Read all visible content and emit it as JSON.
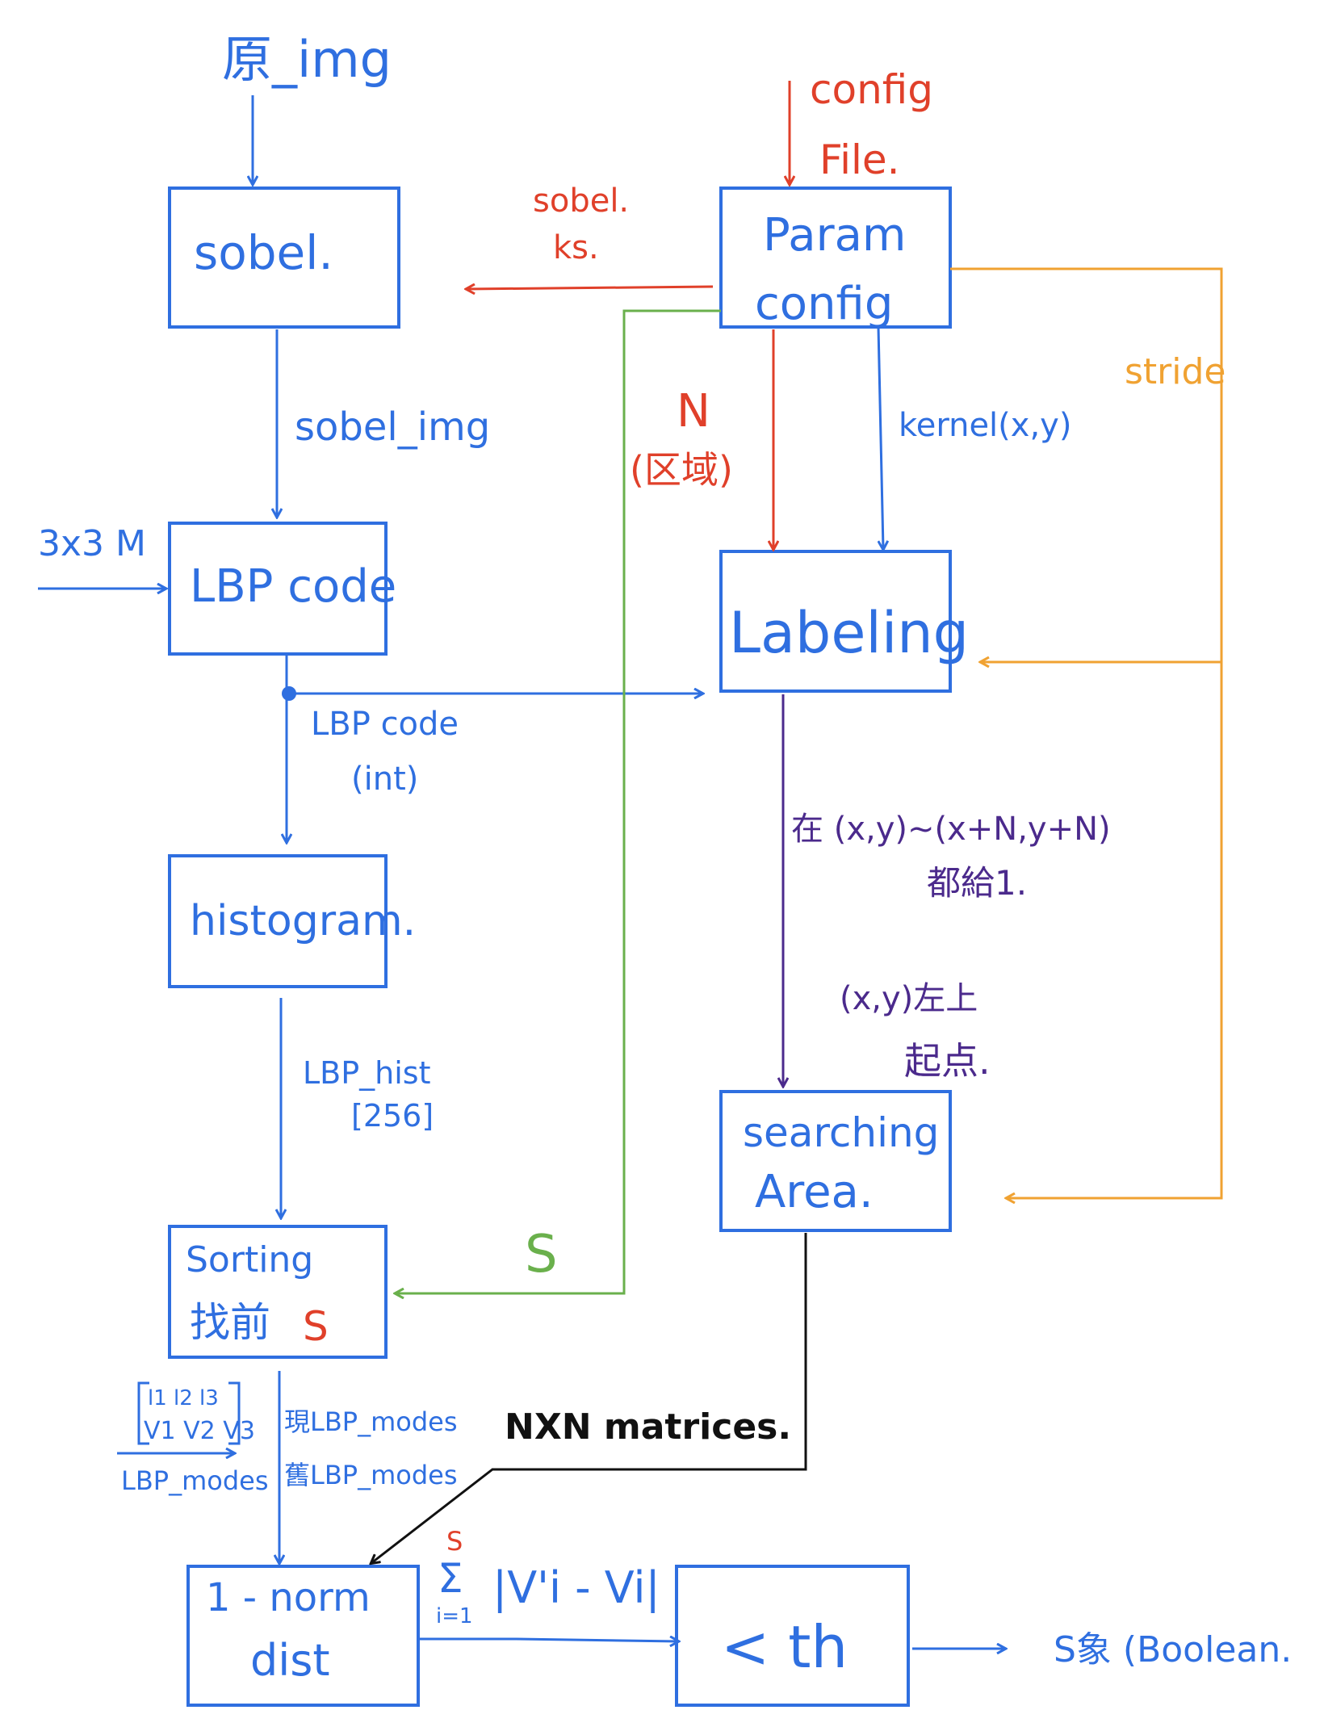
{
  "colors": {
    "blue": "#2f6fe0",
    "red": "#e0402a",
    "green": "#6ab04c",
    "orange": "#f0a232",
    "purple": "#4b2a8c",
    "black": "#111111",
    "white": "#ffffff"
  },
  "boxes": {
    "sobel": "sobel.",
    "param_line1": "Param",
    "param_line2": "config",
    "lbp": "LBP code",
    "labeling": "Labeling",
    "histogram": "histogram.",
    "searching_line1": "searching",
    "searching_line2": "Area.",
    "sorting_line1": "Sorting",
    "sorting_line2_prefix": "找前",
    "sorting_line2_s": "S",
    "norm_line1": "1 - norm",
    "norm_line2": "dist",
    "th": "< th"
  },
  "labels": {
    "input_img": "原_img",
    "config_line1": "config",
    "config_line2": "File.",
    "sobel_ks_line1": "sobel.",
    "sobel_ks_line2": "ks.",
    "sobel_img": "sobel_img",
    "n_label": "N",
    "n_region": "(区域)",
    "kernel": "kernel(x,y)",
    "stride": "stride",
    "mask_input": "3x3 M",
    "lbp_code_line1": "LBP code",
    "lbp_code_line2": "(int)",
    "labeling_note_line1": "在 (x,y)~(x+N,y+N)",
    "labeling_note_line2": "都給1.",
    "start_note_line1": "(x,y)左上",
    "start_note_line2": "起点.",
    "lbp_hist_line1": "LBP_hist",
    "lbp_hist_line2": "[256]",
    "s_green": "S",
    "vector_top": "l1 l2 l3",
    "vector_bottom": "V1 V2 V3",
    "lbp_modes_bottom": "LBP_modes",
    "lbp_modes_right1": "現LBP_modes",
    "lbp_modes_right2": "舊LBP_modes",
    "nxn": "NXN matrices.",
    "sum_top": "S",
    "sum_sigma": "Σ",
    "sum_bottom": "i=1",
    "sum_body": "|V'i - Vi|",
    "output": "S象 (Boolean."
  }
}
